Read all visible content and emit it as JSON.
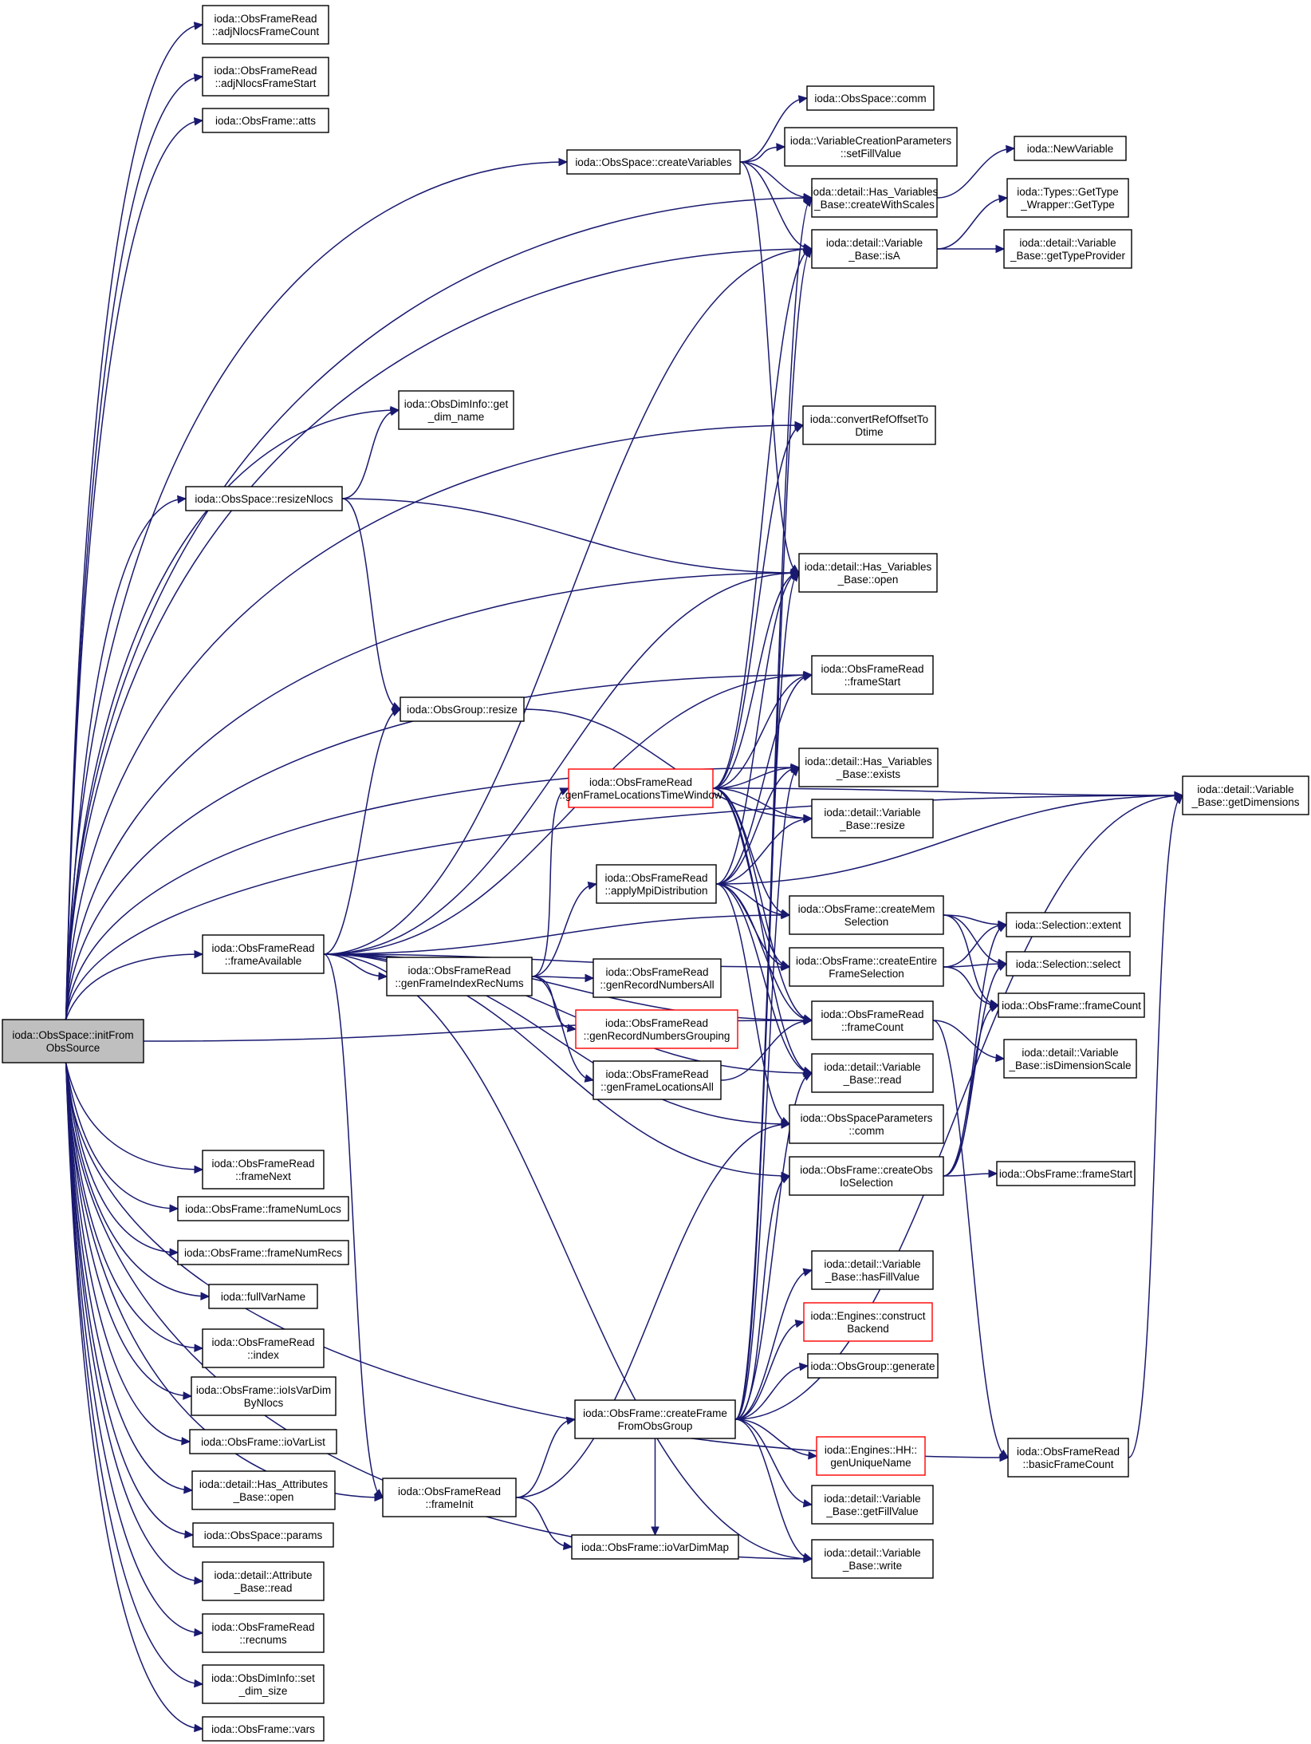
{
  "colors": {
    "edge": "#191970",
    "root_fill": "#bfbfbf",
    "node_border": "#000000",
    "truncated_border": "#ff0000"
  },
  "nodes": {
    "initFromObsSource": {
      "lines": [
        "ioda::ObsSpace::initFrom",
        "ObsSource"
      ]
    },
    "adjNlocsFrameCount": {
      "lines": [
        "ioda::ObsFrameRead",
        "::adjNlocsFrameCount"
      ]
    },
    "adjNlocsFrameStart": {
      "lines": [
        "ioda::ObsFrameRead",
        "::adjNlocsFrameStart"
      ]
    },
    "atts": {
      "lines": [
        "ioda::ObsFrame::atts"
      ]
    },
    "createVariables": {
      "lines": [
        "ioda::ObsSpace::createVariables"
      ]
    },
    "comm": {
      "lines": [
        "ioda::ObsSpace::comm"
      ]
    },
    "setFillValue": {
      "lines": [
        "ioda::VariableCreationParameters",
        "::setFillValue"
      ]
    },
    "newVariable": {
      "lines": [
        "ioda::NewVariable"
      ]
    },
    "createWithScales": {
      "lines": [
        "ioda::detail::Has_Variables",
        "_Base::createWithScales"
      ]
    },
    "getType": {
      "lines": [
        "ioda::Types::GetType",
        "_Wrapper::GetType"
      ]
    },
    "isA": {
      "lines": [
        "ioda::detail::Variable",
        "_Base::isA"
      ]
    },
    "getTypeProvider": {
      "lines": [
        "ioda::detail::Variable",
        "_Base::getTypeProvider"
      ]
    },
    "getDimName": {
      "lines": [
        "ioda::ObsDimInfo::get",
        "_dim_name"
      ]
    },
    "convertRefOffset": {
      "lines": [
        "ioda::convertRefOffsetTo",
        "Dtime"
      ]
    },
    "resizeNlocs": {
      "lines": [
        "ioda::ObsSpace::resizeNlocs"
      ]
    },
    "hvOpen": {
      "lines": [
        "ioda::detail::Has_Variables",
        "_Base::open"
      ]
    },
    "frameStartRead": {
      "lines": [
        "ioda::ObsFrameRead",
        "::frameStart"
      ]
    },
    "groupResize": {
      "lines": [
        "ioda::ObsGroup::resize"
      ]
    },
    "hvExists": {
      "lines": [
        "ioda::detail::Has_Variables",
        "_Base::exists"
      ]
    },
    "getDimensions": {
      "lines": [
        "ioda::detail::Variable",
        "_Base::getDimensions"
      ]
    },
    "genFrameLocsTW": {
      "lines": [
        "ioda::ObsFrameRead",
        "::genFrameLocationsTimeWindow"
      ]
    },
    "varResize": {
      "lines": [
        "ioda::detail::Variable",
        "_Base::resize"
      ]
    },
    "applyMpi": {
      "lines": [
        "ioda::ObsFrameRead",
        "::applyMpiDistribution"
      ]
    },
    "createMemSel": {
      "lines": [
        "ioda::ObsFrame::createMem",
        "Selection"
      ]
    },
    "selExtent": {
      "lines": [
        "ioda::Selection::extent"
      ]
    },
    "frameAvailable": {
      "lines": [
        "ioda::ObsFrameRead",
        "::frameAvailable"
      ]
    },
    "genFrameIndexRecNums": {
      "lines": [
        "ioda::ObsFrameRead",
        "::genFrameIndexRecNums"
      ]
    },
    "createEntireSel": {
      "lines": [
        "ioda::ObsFrame::createEntire",
        "FrameSelection"
      ]
    },
    "selSelect": {
      "lines": [
        "ioda::Selection::select"
      ]
    },
    "genRecNumsAll": {
      "lines": [
        "ioda::ObsFrameRead",
        "::genRecordNumbersAll"
      ]
    },
    "frameCountRead": {
      "lines": [
        "ioda::ObsFrameRead",
        "::frameCount"
      ]
    },
    "frameCountFrame": {
      "lines": [
        "ioda::ObsFrame::frameCount"
      ]
    },
    "genRecNumsGrouping": {
      "lines": [
        "ioda::ObsFrameRead",
        "::genRecordNumbersGrouping"
      ]
    },
    "isDimScale": {
      "lines": [
        "ioda::detail::Variable",
        "_Base::isDimensionScale"
      ]
    },
    "genFrameLocsAll": {
      "lines": [
        "ioda::ObsFrameRead",
        "::genFrameLocationsAll"
      ]
    },
    "varRead": {
      "lines": [
        "ioda::detail::Variable",
        "_Base::read"
      ]
    },
    "paramsComm": {
      "lines": [
        "ioda::ObsSpaceParameters",
        "::comm"
      ]
    },
    "frameNext": {
      "lines": [
        "ioda::ObsFrameRead",
        "::frameNext"
      ]
    },
    "createObsIoSel": {
      "lines": [
        "ioda::ObsFrame::createObs",
        "IoSelection"
      ]
    },
    "frameStartFrame": {
      "lines": [
        "ioda::ObsFrame::frameStart"
      ]
    },
    "frameNumLocs": {
      "lines": [
        "ioda::ObsFrame::frameNumLocs"
      ]
    },
    "frameNumRecs": {
      "lines": [
        "ioda::ObsFrame::frameNumRecs"
      ]
    },
    "hasFillValue": {
      "lines": [
        "ioda::detail::Variable",
        "_Base::hasFillValue"
      ]
    },
    "fullVarName": {
      "lines": [
        "ioda::fullVarName"
      ]
    },
    "constructBackend": {
      "lines": [
        "ioda::Engines::construct",
        "Backend"
      ]
    },
    "index": {
      "lines": [
        "ioda::ObsFrameRead",
        "::index"
      ]
    },
    "groupGenerate": {
      "lines": [
        "ioda::ObsGroup::generate"
      ]
    },
    "ioIsVarDim": {
      "lines": [
        "ioda::ObsFrame::ioIsVarDim",
        "ByNlocs"
      ]
    },
    "createFrameFromGroup": {
      "lines": [
        "ioda::ObsFrame::createFrame",
        "FromObsGroup"
      ]
    },
    "ioVarList": {
      "lines": [
        "ioda::ObsFrame::ioVarList"
      ]
    },
    "genUniqueName": {
      "lines": [
        "ioda::Engines::HH::",
        "genUniqueName"
      ]
    },
    "basicFrameCount": {
      "lines": [
        "ioda::ObsFrameRead",
        "::basicFrameCount"
      ]
    },
    "haOpen": {
      "lines": [
        "ioda::detail::Has_Attributes",
        "_Base::open"
      ]
    },
    "frameInit": {
      "lines": [
        "ioda::ObsFrameRead",
        "::frameInit"
      ]
    },
    "getFillValue": {
      "lines": [
        "ioda::detail::Variable",
        "_Base::getFillValue"
      ]
    },
    "obsParams": {
      "lines": [
        "ioda::ObsSpace::params"
      ]
    },
    "ioVarDimMap": {
      "lines": [
        "ioda::ObsFrame::ioVarDimMap"
      ]
    },
    "varWrite": {
      "lines": [
        "ioda::detail::Variable",
        "_Base::write"
      ]
    },
    "attrRead": {
      "lines": [
        "ioda::detail::Attribute",
        "_Base::read"
      ]
    },
    "recnums": {
      "lines": [
        "ioda::ObsFrameRead",
        "::recnums"
      ]
    },
    "setDimSize": {
      "lines": [
        "ioda::ObsDimInfo::set",
        "_dim_size"
      ]
    },
    "vars": {
      "lines": [
        "ioda::ObsFrame::vars"
      ]
    }
  },
  "edges": [
    [
      "initFromObsSource",
      "adjNlocsFrameCount"
    ],
    [
      "initFromObsSource",
      "adjNlocsFrameStart"
    ],
    [
      "initFromObsSource",
      "atts"
    ],
    [
      "initFromObsSource",
      "createVariables"
    ],
    [
      "initFromObsSource",
      "createWithScales"
    ],
    [
      "initFromObsSource",
      "isA"
    ],
    [
      "initFromObsSource",
      "getDimName"
    ],
    [
      "initFromObsSource",
      "convertRefOffset"
    ],
    [
      "initFromObsSource",
      "getDimensions"
    ],
    [
      "initFromObsSource",
      "resizeNlocs"
    ],
    [
      "initFromObsSource",
      "hvOpen"
    ],
    [
      "initFromObsSource",
      "frameStartRead"
    ],
    [
      "initFromObsSource",
      "hvExists"
    ],
    [
      "initFromObsSource",
      "frameAvailable"
    ],
    [
      "initFromObsSource",
      "frameCountRead"
    ],
    [
      "initFromObsSource",
      "frameNext"
    ],
    [
      "initFromObsSource",
      "frameNumLocs"
    ],
    [
      "initFromObsSource",
      "frameNumRecs"
    ],
    [
      "initFromObsSource",
      "fullVarName"
    ],
    [
      "initFromObsSource",
      "index"
    ],
    [
      "initFromObsSource",
      "ioIsVarDim"
    ],
    [
      "initFromObsSource",
      "ioVarList"
    ],
    [
      "initFromObsSource",
      "haOpen"
    ],
    [
      "initFromObsSource",
      "obsParams"
    ],
    [
      "initFromObsSource",
      "attrRead"
    ],
    [
      "initFromObsSource",
      "recnums"
    ],
    [
      "initFromObsSource",
      "setDimSize"
    ],
    [
      "initFromObsSource",
      "vars"
    ],
    [
      "initFromObsSource",
      "frameInit"
    ],
    [
      "initFromObsSource",
      "basicFrameCount"
    ],
    [
      "initFromObsSource",
      "varWrite"
    ],
    [
      "createVariables",
      "comm"
    ],
    [
      "createVariables",
      "setFillValue"
    ],
    [
      "createVariables",
      "createWithScales"
    ],
    [
      "createVariables",
      "isA"
    ],
    [
      "createVariables",
      "hvOpen"
    ],
    [
      "createWithScales",
      "newVariable"
    ],
    [
      "isA",
      "getType"
    ],
    [
      "isA",
      "getTypeProvider"
    ],
    [
      "resizeNlocs",
      "getDimName"
    ],
    [
      "resizeNlocs",
      "hvOpen"
    ],
    [
      "resizeNlocs",
      "groupResize"
    ],
    [
      "groupResize",
      "varResize"
    ],
    [
      "frameAvailable",
      "isA"
    ],
    [
      "frameAvailable",
      "hvOpen"
    ],
    [
      "frameAvailable",
      "groupResize"
    ],
    [
      "frameAvailable",
      "frameStartRead"
    ],
    [
      "frameAvailable",
      "createMemSel"
    ],
    [
      "frameAvailable",
      "createEntireSel"
    ],
    [
      "frameAvailable",
      "genFrameIndexRecNums"
    ],
    [
      "frameAvailable",
      "frameCountRead"
    ],
    [
      "frameAvailable",
      "varRead"
    ],
    [
      "frameAvailable",
      "paramsComm"
    ],
    [
      "frameAvailable",
      "createObsIoSel"
    ],
    [
      "frameAvailable",
      "frameInit"
    ],
    [
      "frameAvailable",
      "varWrite"
    ],
    [
      "genFrameIndexRecNums",
      "genFrameLocsTW"
    ],
    [
      "genFrameIndexRecNums",
      "applyMpi"
    ],
    [
      "genFrameIndexRecNums",
      "genRecNumsAll"
    ],
    [
      "genFrameIndexRecNums",
      "genRecNumsGrouping"
    ],
    [
      "genFrameIndexRecNums",
      "genFrameLocsAll"
    ],
    [
      "genFrameLocsTW",
      "isA"
    ],
    [
      "genFrameLocsTW",
      "convertRefOffset"
    ],
    [
      "genFrameLocsTW",
      "hvOpen"
    ],
    [
      "genFrameLocsTW",
      "frameStartRead"
    ],
    [
      "genFrameLocsTW",
      "hvExists"
    ],
    [
      "genFrameLocsTW",
      "getDimensions"
    ],
    [
      "genFrameLocsTW",
      "varResize"
    ],
    [
      "genFrameLocsTW",
      "createMemSel"
    ],
    [
      "genFrameLocsTW",
      "createEntireSel"
    ],
    [
      "genFrameLocsTW",
      "frameCountRead"
    ],
    [
      "genFrameLocsTW",
      "varRead"
    ],
    [
      "applyMpi",
      "hvOpen"
    ],
    [
      "applyMpi",
      "frameStartRead"
    ],
    [
      "applyMpi",
      "hvExists"
    ],
    [
      "applyMpi",
      "varResize"
    ],
    [
      "applyMpi",
      "getDimensions"
    ],
    [
      "applyMpi",
      "createMemSel"
    ],
    [
      "applyMpi",
      "createEntireSel"
    ],
    [
      "applyMpi",
      "frameCountRead"
    ],
    [
      "applyMpi",
      "varRead"
    ],
    [
      "applyMpi",
      "paramsComm"
    ],
    [
      "genFrameLocsAll",
      "frameCountRead"
    ],
    [
      "createMemSel",
      "selExtent"
    ],
    [
      "createMemSel",
      "selSelect"
    ],
    [
      "createMemSel",
      "frameCountFrame"
    ],
    [
      "createEntireSel",
      "selExtent"
    ],
    [
      "createEntireSel",
      "selSelect"
    ],
    [
      "createEntireSel",
      "frameCountFrame"
    ],
    [
      "frameCountRead",
      "isDimScale"
    ],
    [
      "frameCountRead",
      "basicFrameCount"
    ],
    [
      "createObsIoSel",
      "selExtent"
    ],
    [
      "createObsIoSel",
      "selSelect"
    ],
    [
      "createObsIoSel",
      "frameCountFrame"
    ],
    [
      "createObsIoSel",
      "frameStartFrame"
    ],
    [
      "basicFrameCount",
      "getDimensions"
    ],
    [
      "createFrameFromGroup",
      "createWithScales"
    ],
    [
      "createFrameFromGroup",
      "isA"
    ],
    [
      "createFrameFromGroup",
      "hvOpen"
    ],
    [
      "createFrameFromGroup",
      "hvExists"
    ],
    [
      "createFrameFromGroup",
      "getDimensions"
    ],
    [
      "createFrameFromGroup",
      "createObsIoSel"
    ],
    [
      "createFrameFromGroup",
      "hasFillValue"
    ],
    [
      "createFrameFromGroup",
      "constructBackend"
    ],
    [
      "createFrameFromGroup",
      "groupGenerate"
    ],
    [
      "createFrameFromGroup",
      "genUniqueName"
    ],
    [
      "createFrameFromGroup",
      "getFillValue"
    ],
    [
      "createFrameFromGroup",
      "varRead"
    ],
    [
      "createFrameFromGroup",
      "varWrite"
    ],
    [
      "createFrameFromGroup",
      "ioVarDimMap"
    ],
    [
      "frameInit",
      "createFrameFromGroup"
    ],
    [
      "frameInit",
      "ioVarDimMap"
    ],
    [
      "frameInit",
      "paramsComm"
    ]
  ]
}
